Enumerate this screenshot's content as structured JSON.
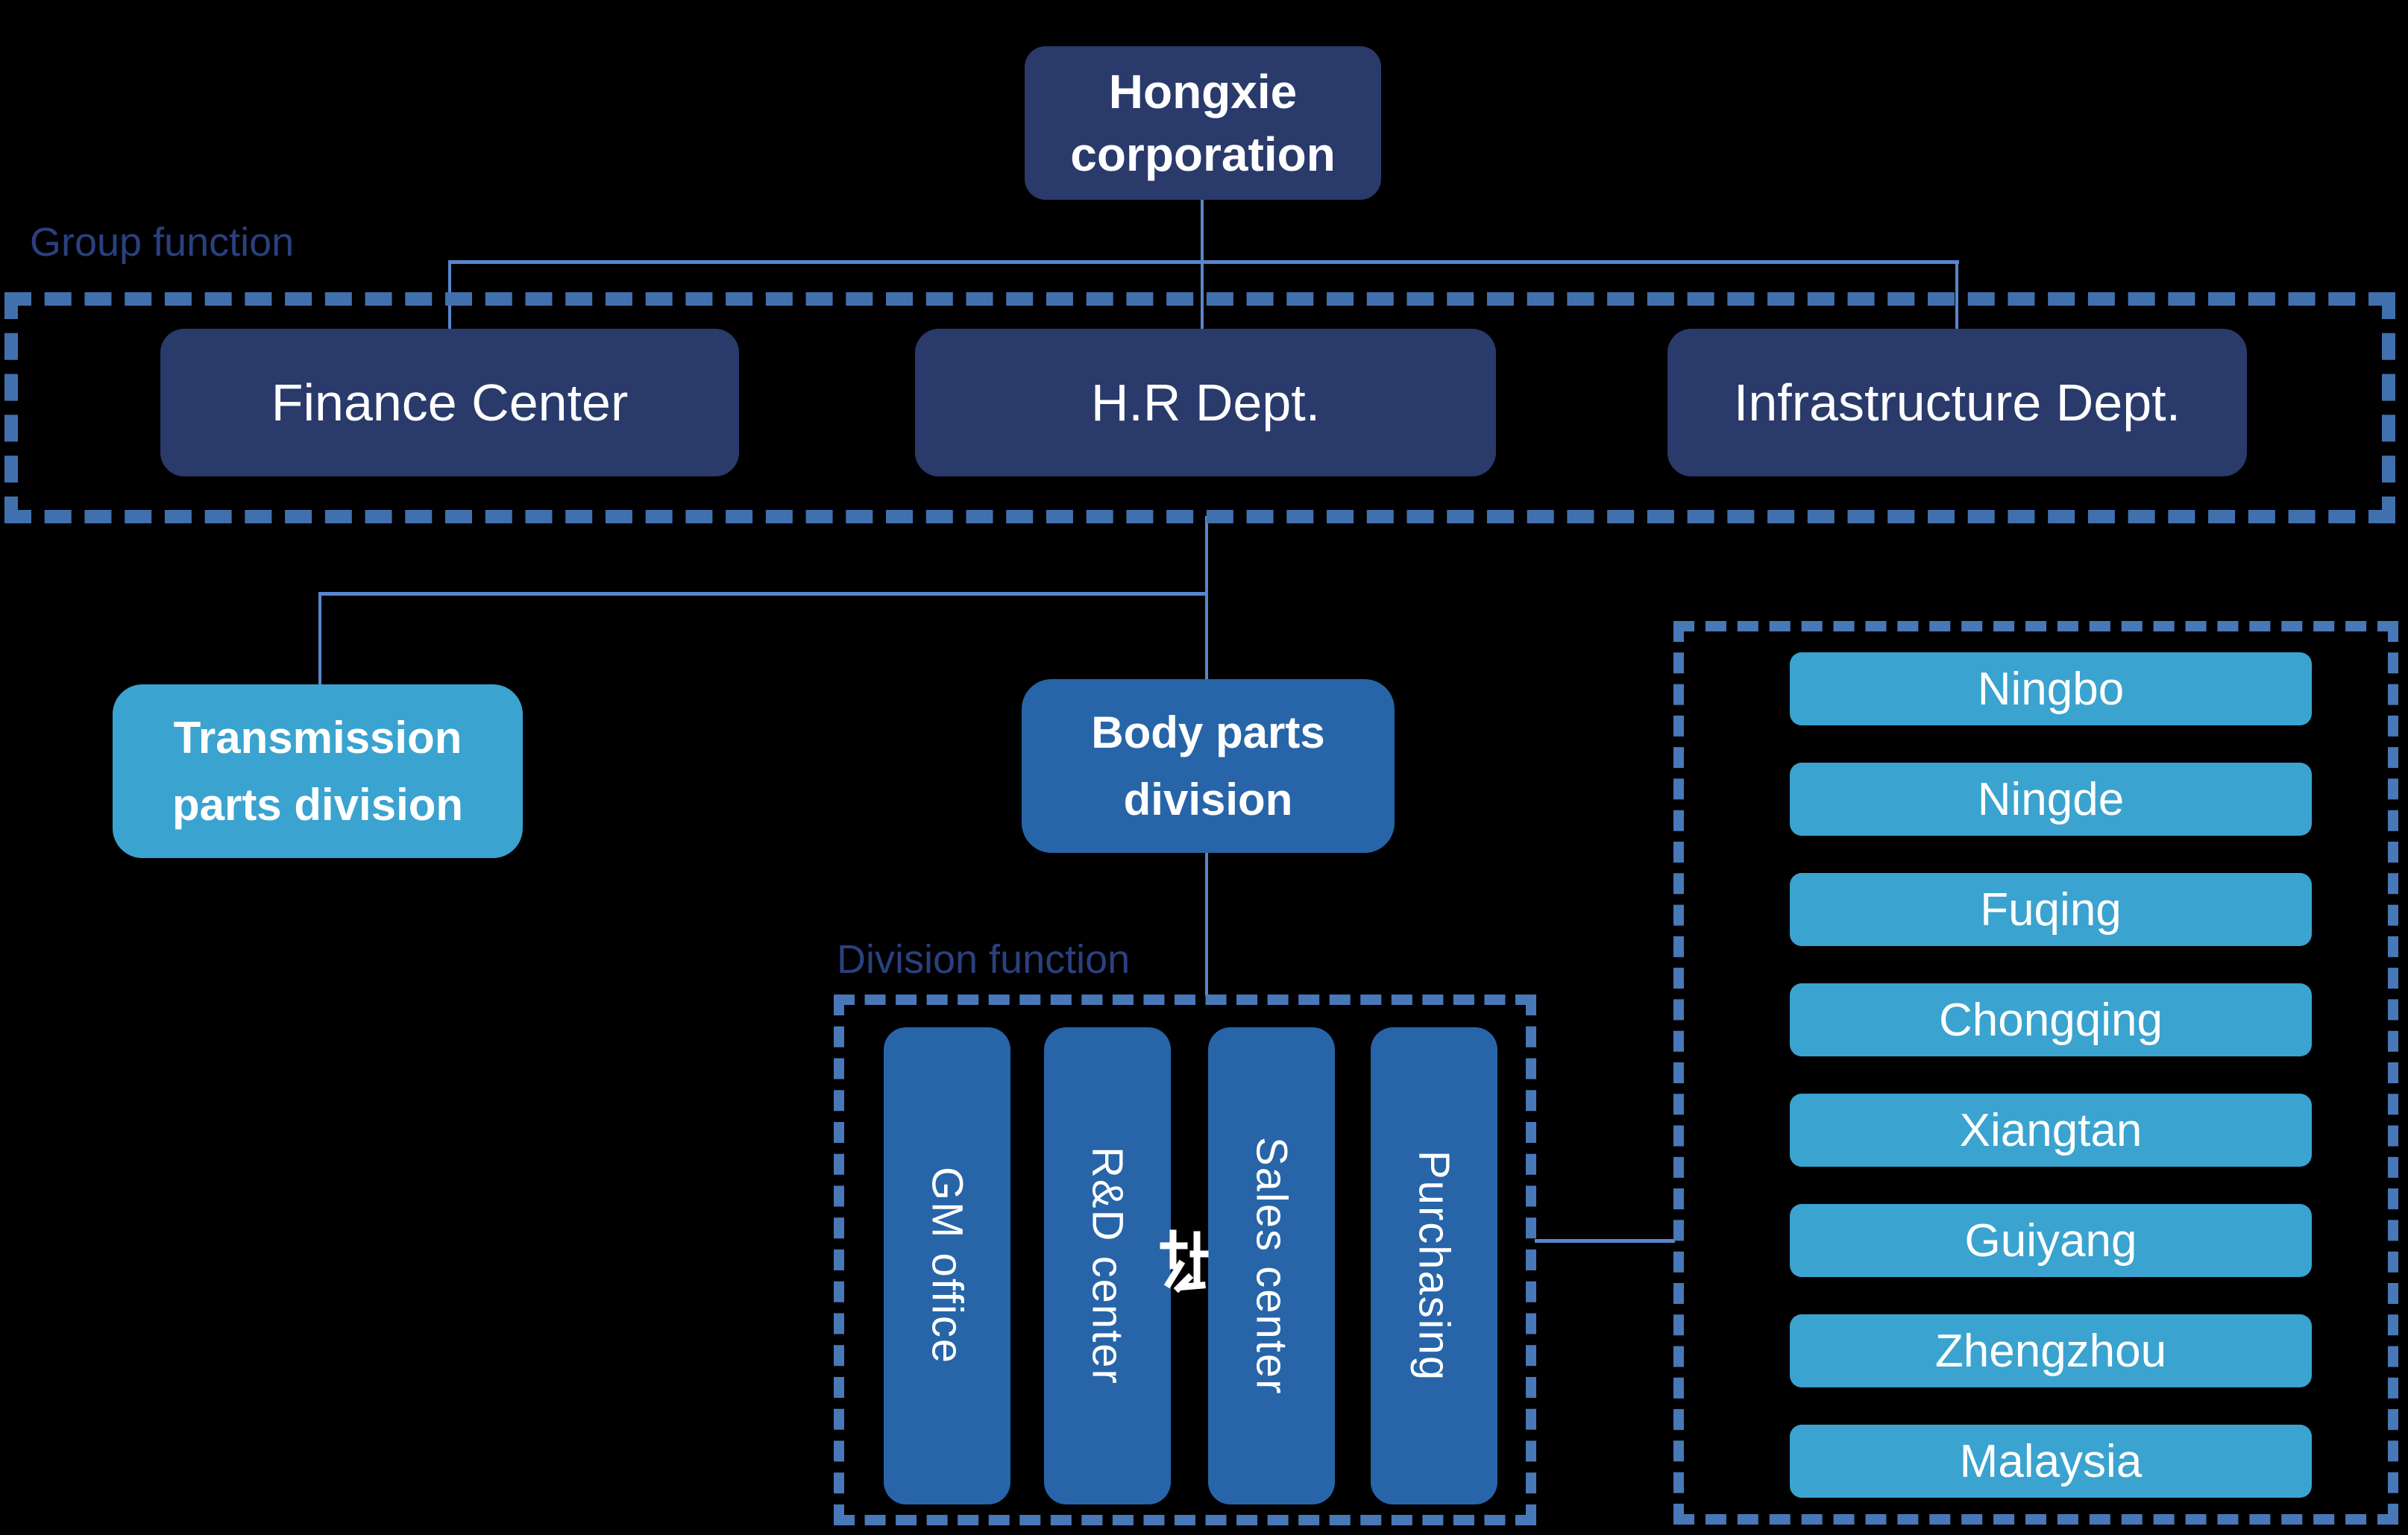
{
  "title": {
    "label": "Hongxie corporation"
  },
  "section_labels": {
    "group_function": "Group function",
    "division_function": "Division function"
  },
  "group_departments": [
    {
      "label": "Finance Center"
    },
    {
      "label": "H.R Dept."
    },
    {
      "label": "Infrastructure Dept."
    }
  ],
  "divisions": [
    {
      "label": "Transmission parts division"
    },
    {
      "label": "Body parts division"
    }
  ],
  "division_functions": [
    {
      "label": "GM office"
    },
    {
      "label": "R&D center"
    },
    {
      "label": "Sales center"
    },
    {
      "label": "Purchasing"
    }
  ],
  "plants": [
    {
      "label": "Ningbo"
    },
    {
      "label": "Ningde"
    },
    {
      "label": "Fuqing"
    },
    {
      "label": "Chongqing"
    },
    {
      "label": "Xiangtan"
    },
    {
      "label": "Guiyang"
    },
    {
      "label": "Zhengzhou"
    },
    {
      "label": "Malaysia"
    }
  ],
  "stray_glyph": {
    "char": "址"
  },
  "colors": {
    "background": "#000000",
    "dark_navy": "#293A6B",
    "medium_blue": "#2765A8",
    "light_blue": "#3BA3CF",
    "dashed_border": "#4575B4",
    "connector": "#5886CC",
    "section_label_text": "#2A4080",
    "box_text": "#FFFFFF"
  }
}
